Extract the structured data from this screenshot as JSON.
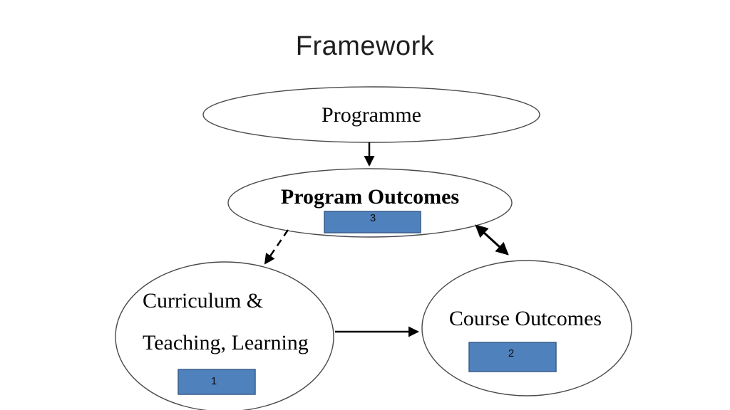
{
  "title": "Framework",
  "diagram": {
    "nodes": {
      "programme": {
        "label": "Programme"
      },
      "program_outcomes": {
        "label": "Program Outcomes",
        "badge": "3"
      },
      "curriculum": {
        "label_line1": "Curriculum &",
        "label_line2": "Teaching, Learning",
        "badge": "1"
      },
      "course_outcomes": {
        "label": "Course Outcomes",
        "badge": "2"
      }
    },
    "colors": {
      "box_fill": "#4f81bd",
      "box_border": "#385d8a",
      "ellipse_stroke": "#4a4a4a",
      "arrow": "#000000"
    }
  }
}
